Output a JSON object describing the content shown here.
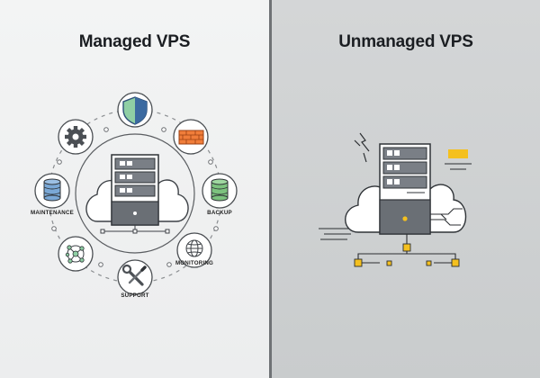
{
  "left": {
    "title": "Managed VPS",
    "services": [
      {
        "label": "MAINTENANCE",
        "icon": "database-icon"
      },
      {
        "label": "BACKUP",
        "icon": "database-icon"
      },
      {
        "label": "MONITORING",
        "icon": "globe-icon"
      },
      {
        "label": "SUPPORT",
        "icon": "wrench-screwdriver-icon"
      },
      {
        "label": "",
        "icon": "shield-icon"
      },
      {
        "label": "",
        "icon": "firewall-icon"
      },
      {
        "label": "",
        "icon": "gear-icon"
      },
      {
        "label": "",
        "icon": "network-icon"
      }
    ]
  },
  "right": {
    "title": "Unmanaged VPS"
  },
  "colors": {
    "left_bg": "#eef0f0",
    "right_bg": "#cfd1d2",
    "divider": "#6f7275",
    "shield_green": "#8fcfa4",
    "shield_blue": "#3b6aa0",
    "firewall_orange": "#f07d3a",
    "backup_green": "#7cc27e",
    "maintenance_blue": "#7aa8d6",
    "accent_yellow": "#f4c01e"
  }
}
